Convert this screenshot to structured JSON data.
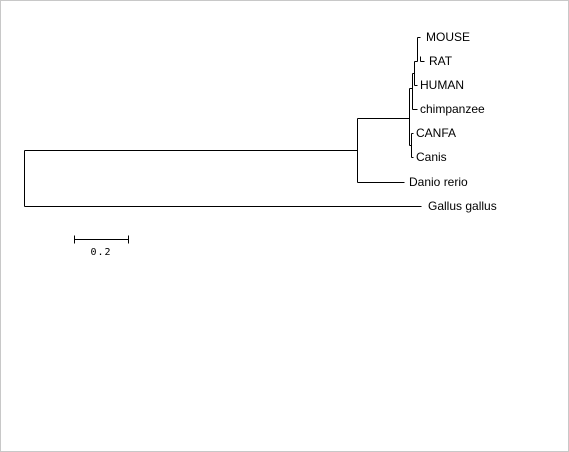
{
  "tree": {
    "leaves": [
      {
        "id": "mouse",
        "label": "MOUSE"
      },
      {
        "id": "rat",
        "label": "RAT"
      },
      {
        "id": "human",
        "label": "HUMAN"
      },
      {
        "id": "chimp",
        "label": "chimpanzee"
      },
      {
        "id": "canfa",
        "label": "CANFA"
      },
      {
        "id": "canis",
        "label": "Canis"
      },
      {
        "id": "danio",
        "label": "Danio rerio"
      },
      {
        "id": "gallus",
        "label": "Gallus gallus"
      }
    ],
    "scale_bar": {
      "label": "0.2",
      "length": 0.2
    }
  }
}
